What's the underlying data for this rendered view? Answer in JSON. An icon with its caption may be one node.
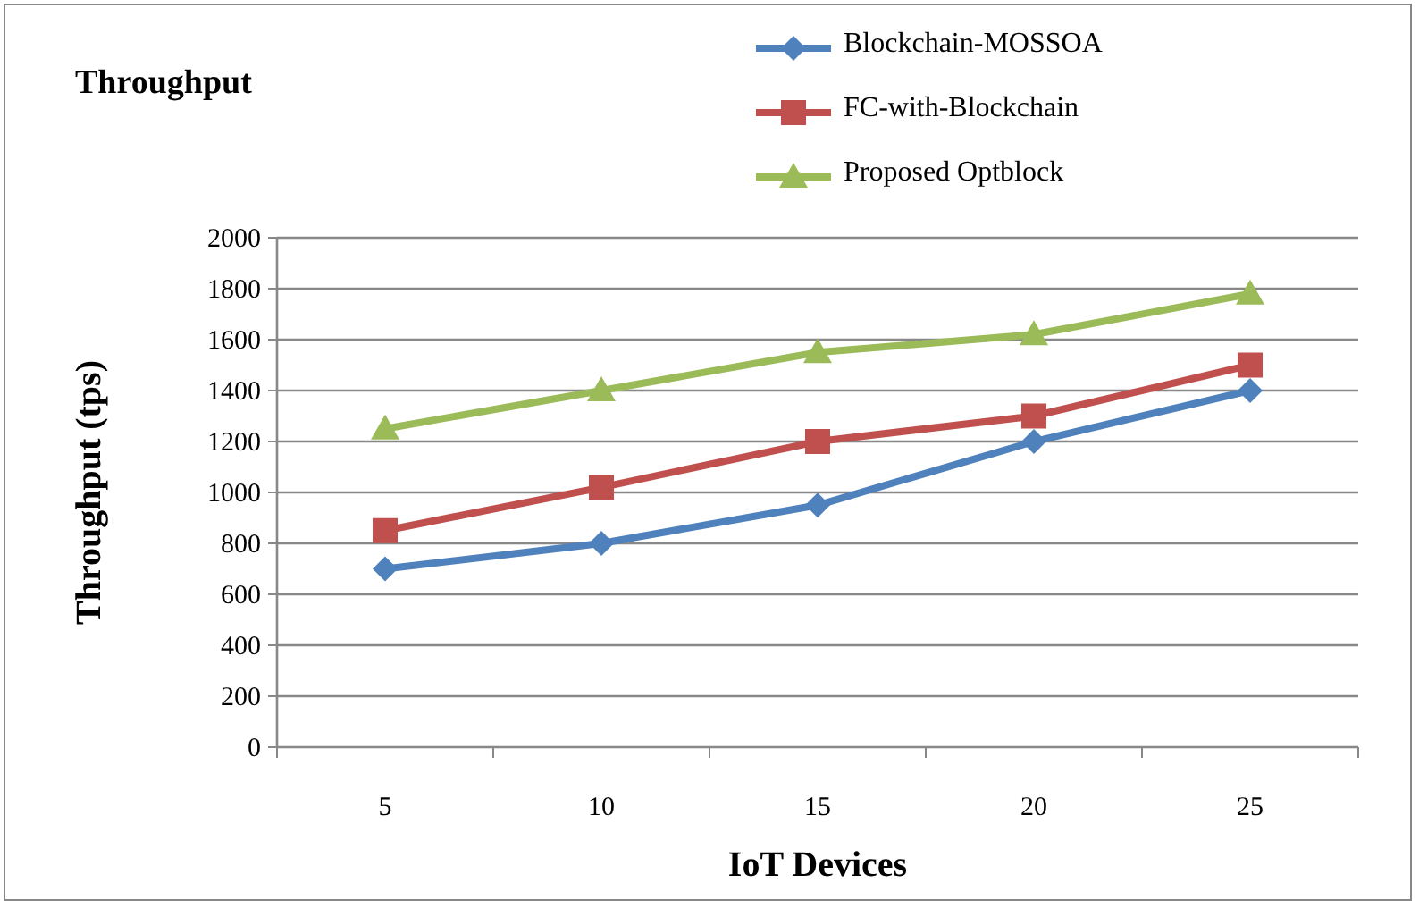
{
  "diagram": {
    "title": "Throughput",
    "chart_data": {
      "type": "line",
      "xlabel": "IoT Devices",
      "ylabel": "Throughput (tps)",
      "categories": [
        "5",
        "10",
        "15",
        "20",
        "25"
      ],
      "series": [
        {
          "name": "Blockchain-MOSSOA",
          "color": "#4f81bd",
          "marker": "diamond",
          "values": [
            700,
            800,
            950,
            1200,
            1400
          ]
        },
        {
          "name": "FC-with-Blockchain",
          "color": "#c0504d",
          "marker": "square",
          "values": [
            850,
            1020,
            1200,
            1300,
            1500
          ]
        },
        {
          "name": "Proposed Optblock",
          "color": "#9bbb59",
          "marker": "triangle",
          "values": [
            1250,
            1400,
            1550,
            1620,
            1780
          ]
        }
      ],
      "grid": true,
      "ylim": [
        0,
        2000
      ],
      "yticks": [
        0,
        200,
        400,
        600,
        800,
        1000,
        1200,
        1400,
        1600,
        1800,
        2000
      ]
    }
  }
}
